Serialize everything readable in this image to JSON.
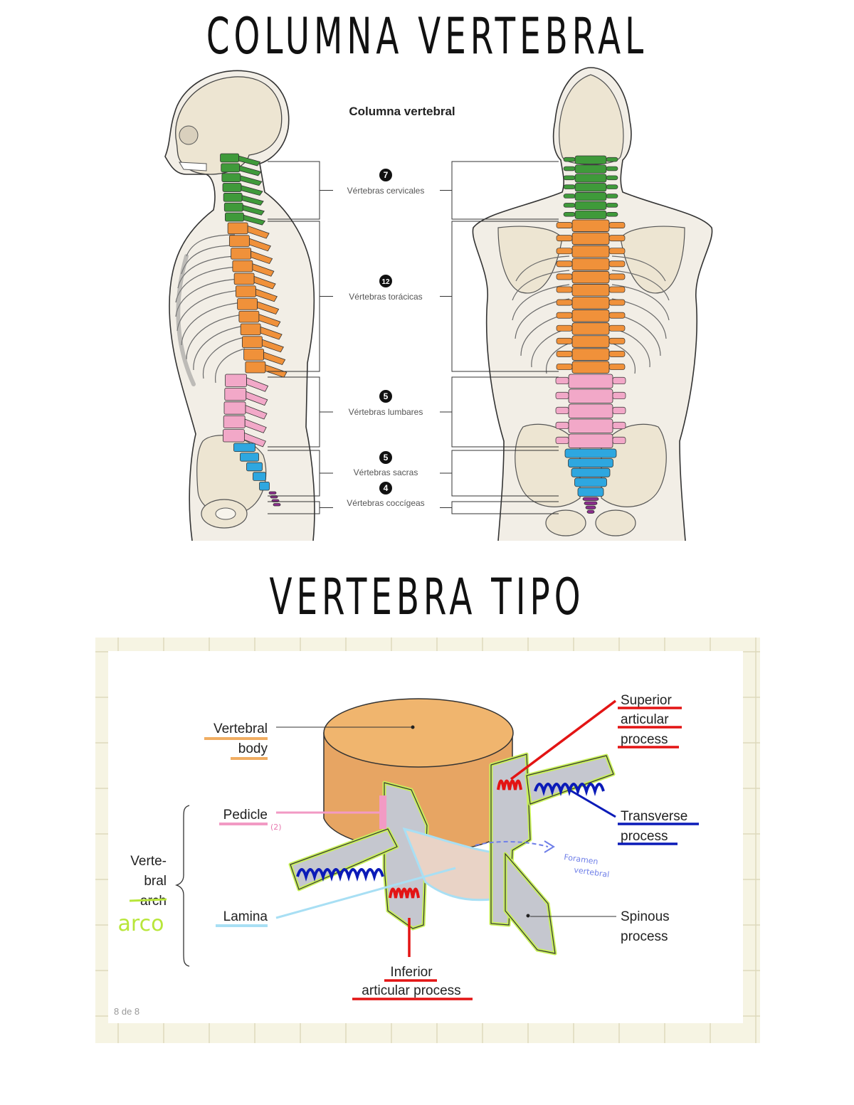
{
  "title_top": "COLUMNA VERTEBRAL",
  "title_bottom": "VERTEBRA TIPO",
  "spine_diagram": {
    "header": "Columna vertebral",
    "regions": [
      {
        "count": "7",
        "label": "Vértebras cervicales",
        "color": "#3f9a3a"
      },
      {
        "count": "12",
        "label": "Vértebras torácicas",
        "color": "#f0913a"
      },
      {
        "count": "5",
        "label": "Vértebras lumbares",
        "color": "#f2a8c8"
      },
      {
        "count": "5",
        "label": "Vértebras sacras",
        "color": "#2ea7e0"
      },
      {
        "count": "4",
        "label": "Vértebras coccígeas",
        "color": "#8b2c8c"
      }
    ]
  },
  "vertebra_diagram": {
    "labels": {
      "vertebral_body_1": "Vertebral",
      "vertebral_body_2": "body",
      "pedicle": "Pedicle",
      "pedicle_note": "(2)",
      "arch_1": "Verte-",
      "arch_2": "bral",
      "arch_3": "arch",
      "arch_handwritten": "arco",
      "lamina": "Lamina",
      "superior_1": "Superior",
      "superior_2": "articular",
      "superior_3": "process",
      "transverse_1": "Transverse",
      "transverse_2": "process",
      "foramen_1": "Foramen",
      "foramen_2": "vertebral",
      "spinous_1": "Spinous",
      "spinous_2": "process",
      "inferior_1": "Inferior",
      "inferior_2": "articular process"
    },
    "page_indicator": "8 de 8",
    "colors": {
      "body": "#f0ad62",
      "pedicle": "#f29ac4",
      "lamina": "#a8dff4",
      "superior": "#e31414",
      "transverse": "#0b1bb8",
      "outline": "#c8f05a",
      "arch_note": "#b8e63a"
    }
  }
}
